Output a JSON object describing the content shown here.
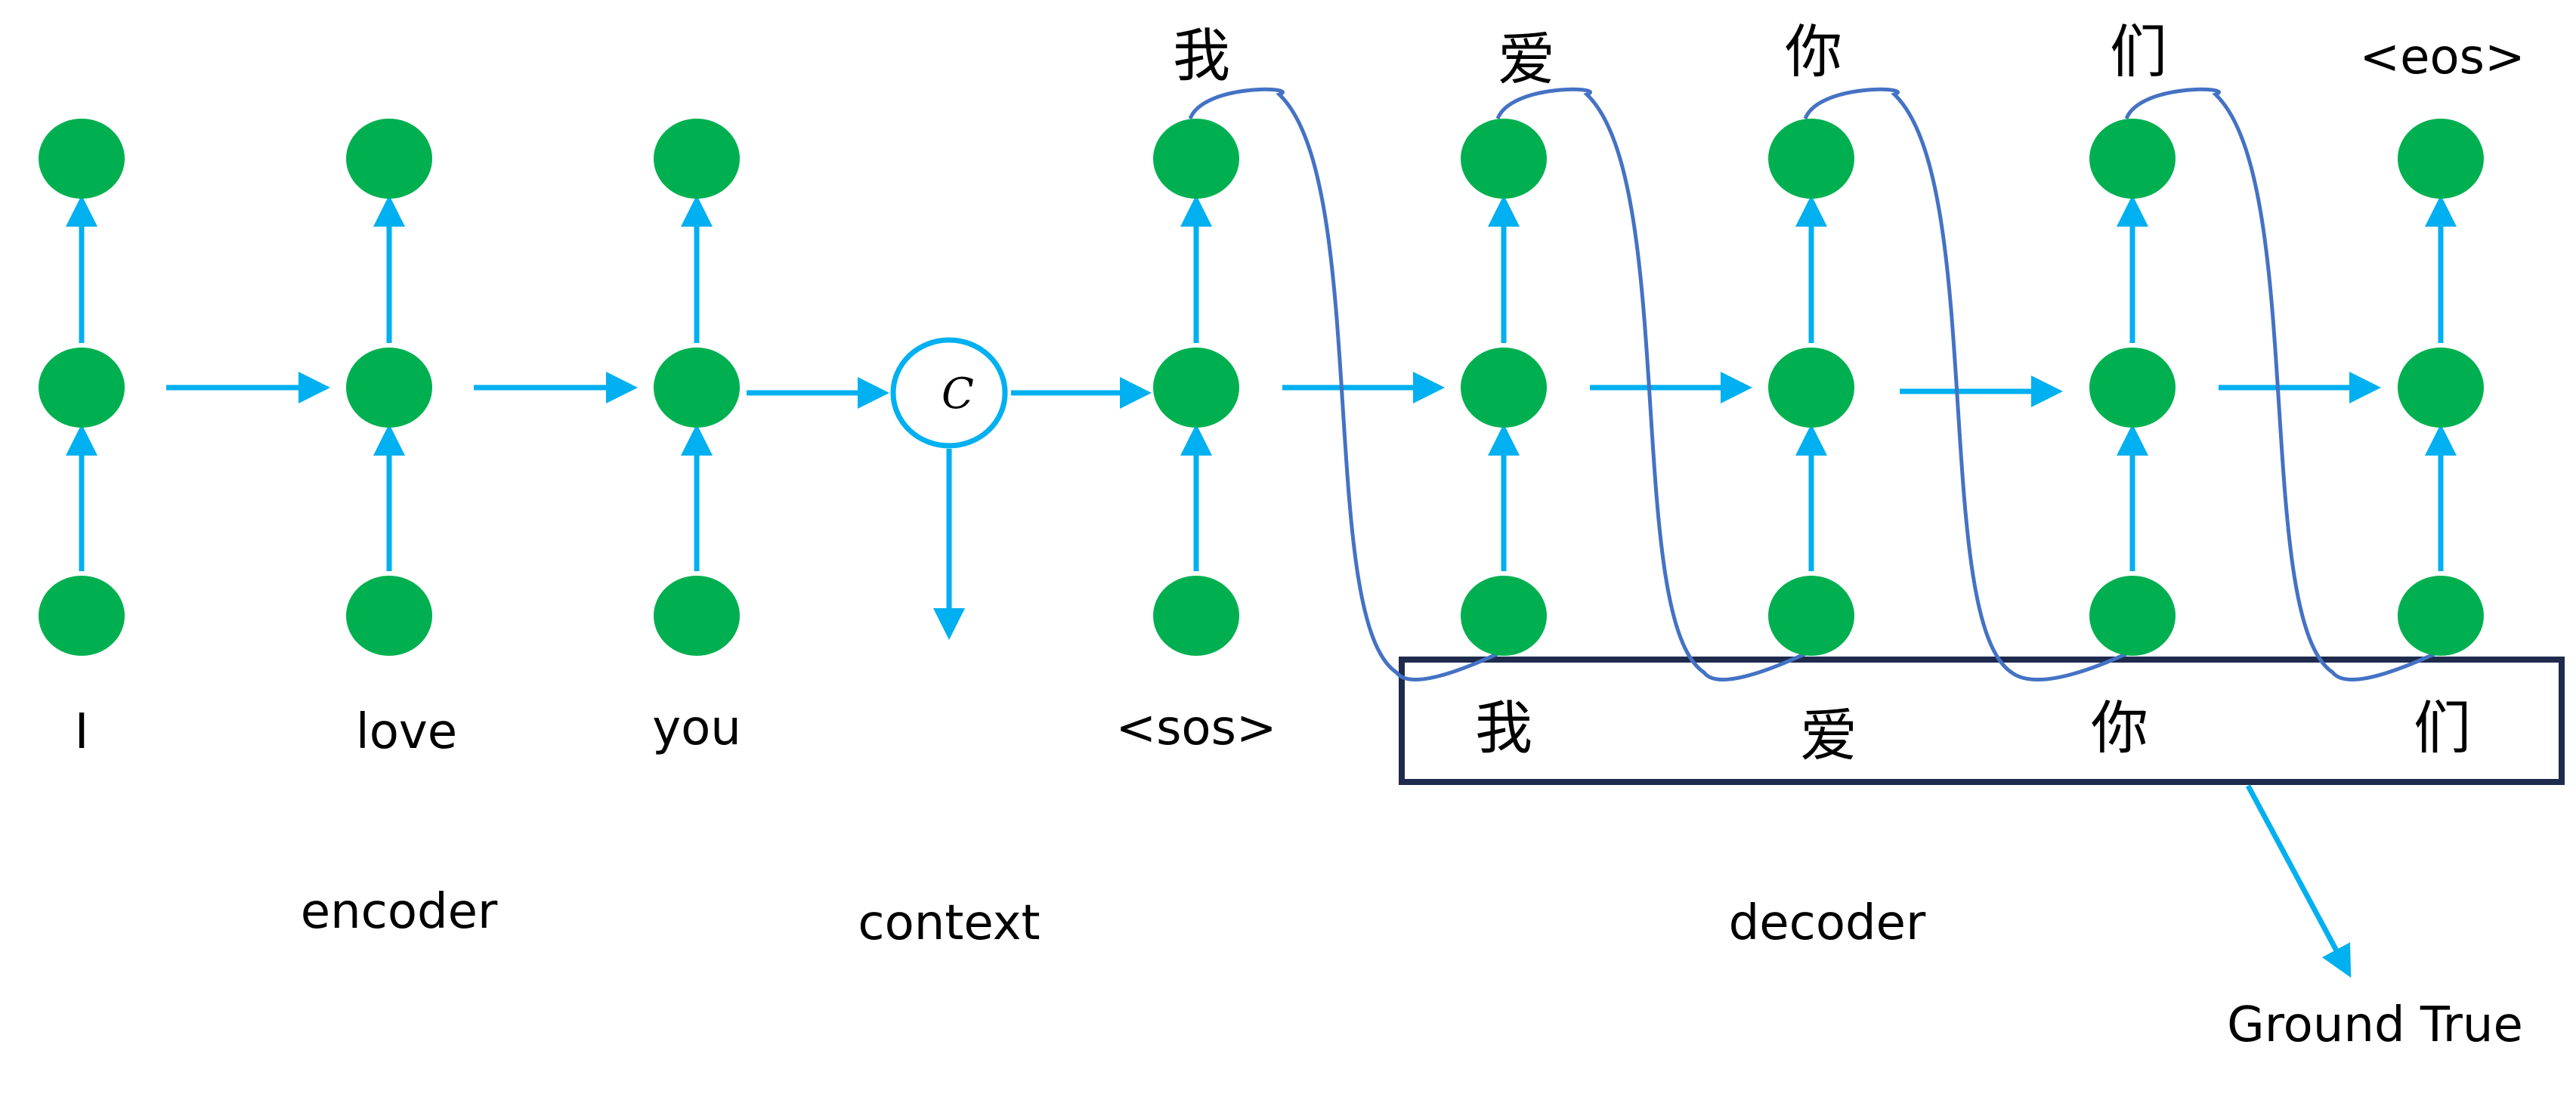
{
  "colors": {
    "node": "#00B050",
    "arrow": "#00B0F0",
    "feedback": "#4472C4",
    "box": "#1F2B4D",
    "text": "#000000",
    "background": "#FFFFFF"
  },
  "encoder": {
    "section_label": "encoder",
    "inputs": [
      "I",
      "love",
      "you"
    ]
  },
  "context": {
    "section_label": "context",
    "symbol": "C"
  },
  "decoder": {
    "section_label": "decoder",
    "start_token": "<sos>",
    "outputs": [
      "我",
      "爱",
      "你",
      "们",
      "<eos>"
    ],
    "ground_truth_tokens": [
      "我",
      "爱",
      "你",
      "们"
    ],
    "ground_truth_label": "Ground True"
  }
}
